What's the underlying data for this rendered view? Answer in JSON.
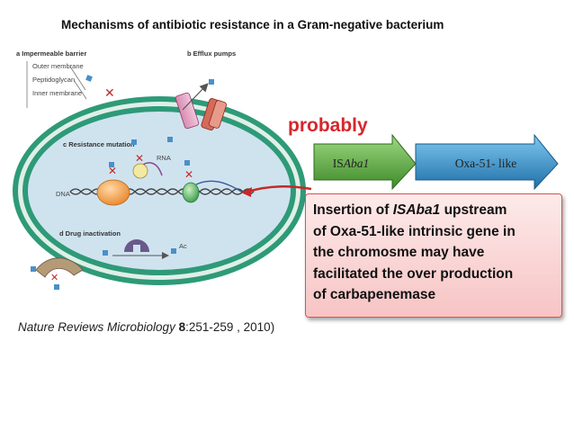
{
  "title": "Mechanisms of antibiotic resistance in a Gram-negative bacterium",
  "probably_label": "probably",
  "gene_arrows": {
    "isaba1": {
      "prefix": "IS",
      "italic": "Aba1"
    },
    "oxa51": "Oxa-51- like"
  },
  "callout": {
    "line1_before": "Insertion of ",
    "line1_italic": "ISAba1",
    "line1_after": " upstream",
    "line2": "of Oxa-51-like intrinsic gene in",
    "line3": "the chromosme may have",
    "line4": "facilitated the over production",
    "line5": "of carbapenemase"
  },
  "citation": {
    "journal": "Nature Reviews Microbiology",
    "volume": "8",
    "rest": ":251-259 , 2010)"
  },
  "diagram_labels": {
    "a": "a Impermeable barrier",
    "b": "b Efflux pumps",
    "outer_membrane": "Outer membrane",
    "peptidoglycan": "Peptidoglycan",
    "inner_membrane": "Inner membrane",
    "c": "c Resistance mutation",
    "rna": "RNA",
    "dna": "DNA",
    "d": "d Drug inactivation",
    "ac": "Ac"
  },
  "colors": {
    "accent_red": "#d6262c",
    "arrow_green_dark": "#3d8a2a",
    "arrow_green_light": "#7cc15b",
    "arrow_blue_dark": "#1f7ab8",
    "arrow_blue_light": "#5fb4e6",
    "cell_membrane": "#2e9a78",
    "cytoplasm": "#cfe3ef"
  }
}
